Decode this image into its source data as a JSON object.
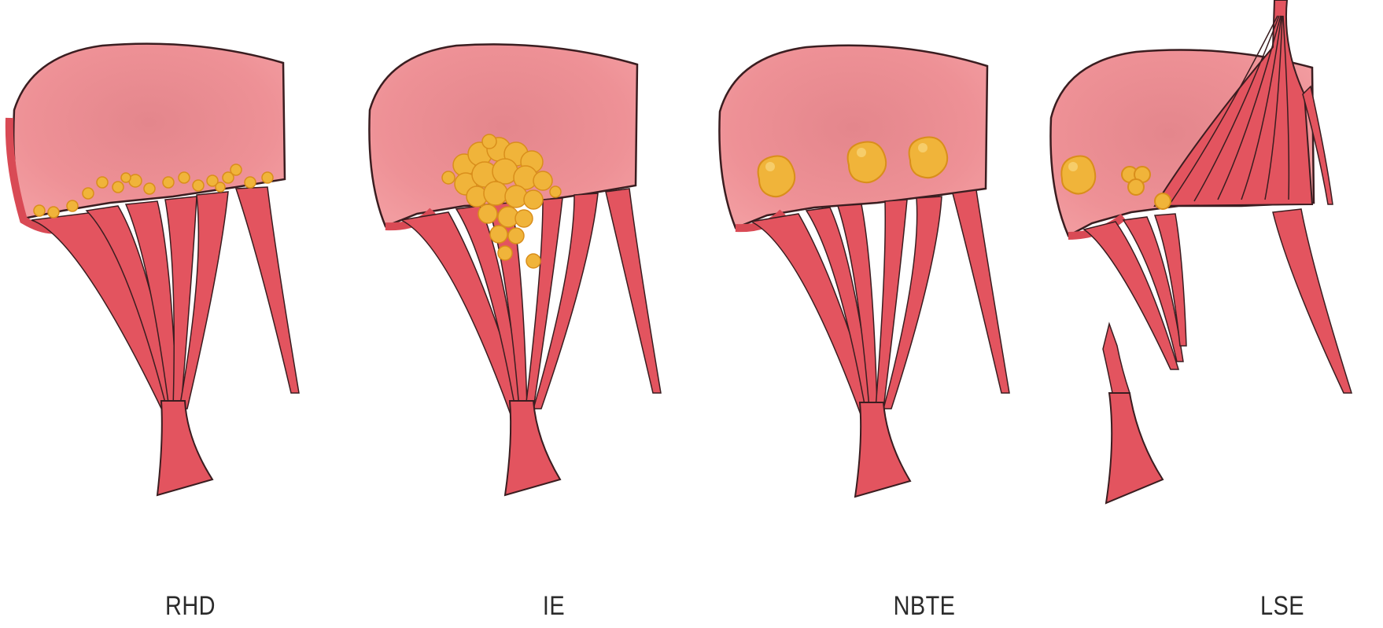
{
  "panels": [
    {
      "label": "RHD"
    },
    {
      "label": "IE"
    },
    {
      "label": "NBTE"
    },
    {
      "label": "LSE"
    }
  ],
  "colors": {
    "leaflet_fill": "#ef8a8f",
    "leaflet_inner": "#e8868c",
    "tissue": "#e3545f",
    "outline": "#3a1d20",
    "vegetation": "#f0b43a",
    "vegetation_edge": "#d98e1b"
  }
}
